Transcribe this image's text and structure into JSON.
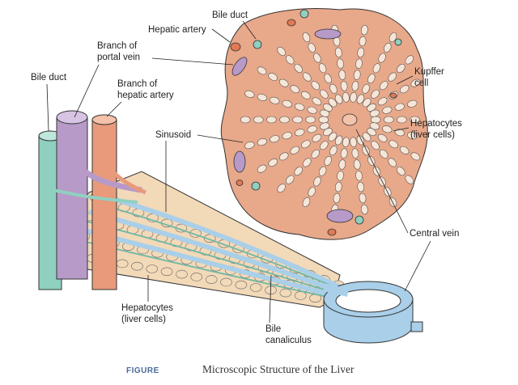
{
  "figure": {
    "label": "FIGURE",
    "title": "Microscopic Structure of the Liver"
  },
  "labels": {
    "bile_duct_top": "Bile duct",
    "hepatic_artery_top": "Hepatic artery",
    "branch_portal_vein_1": "Branch of",
    "branch_portal_vein_2": "portal vein",
    "bile_duct_left": "Bile duct",
    "branch_hepatic_artery_1": "Branch of",
    "branch_hepatic_artery_2": "hepatic artery",
    "kupffer_1": "Kupffer",
    "kupffer_2": "cell",
    "hepatocytes_right_1": "Hepatocytes",
    "hepatocytes_right_2": "(liver cells)",
    "sinusoid": "Sinusoid",
    "central_vein": "Central vein",
    "hepatocytes_bottom_1": "Hepatocytes",
    "hepatocytes_bottom_2": "(liver cells)",
    "bile_canaliculus_1": "Bile",
    "bile_canaliculus_2": "canaliculus"
  },
  "colors": {
    "lobule_tissue": "#e8a88a",
    "hepatocyte_cell": "#f6e6d8",
    "portal_vein": "#b79ac8",
    "hepatic_artery": "#e89a7a",
    "bile_duct": "#8fd0c0",
    "central_vein": "#a9cfe9",
    "sinusoid": "#a9cfe9"
  }
}
